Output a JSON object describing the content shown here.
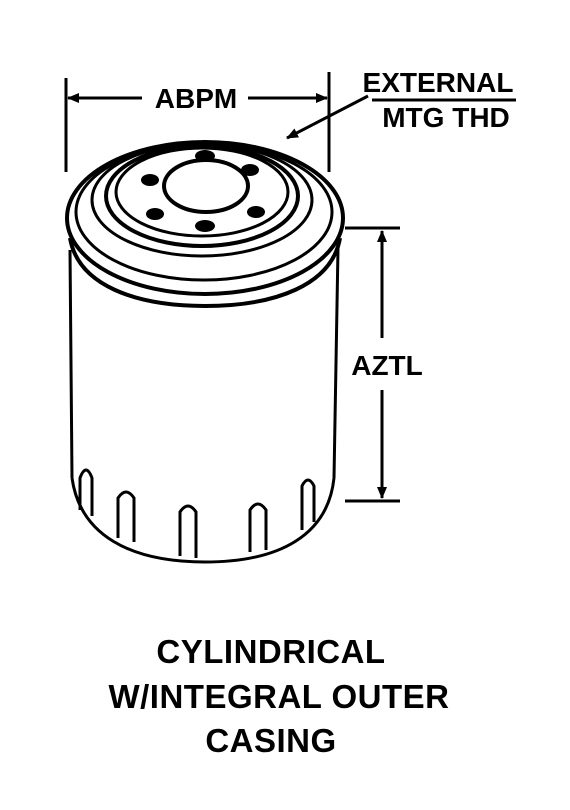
{
  "labels": {
    "width_dim": "ABPM",
    "thread_line1": "EXTERNAL",
    "thread_line2": "MTG THD",
    "height_dim": "AZTL"
  },
  "caption": {
    "line1": "CYLINDRICAL",
    "line2": "W/INTEGRAL OUTER",
    "line3": "CASING"
  }
}
